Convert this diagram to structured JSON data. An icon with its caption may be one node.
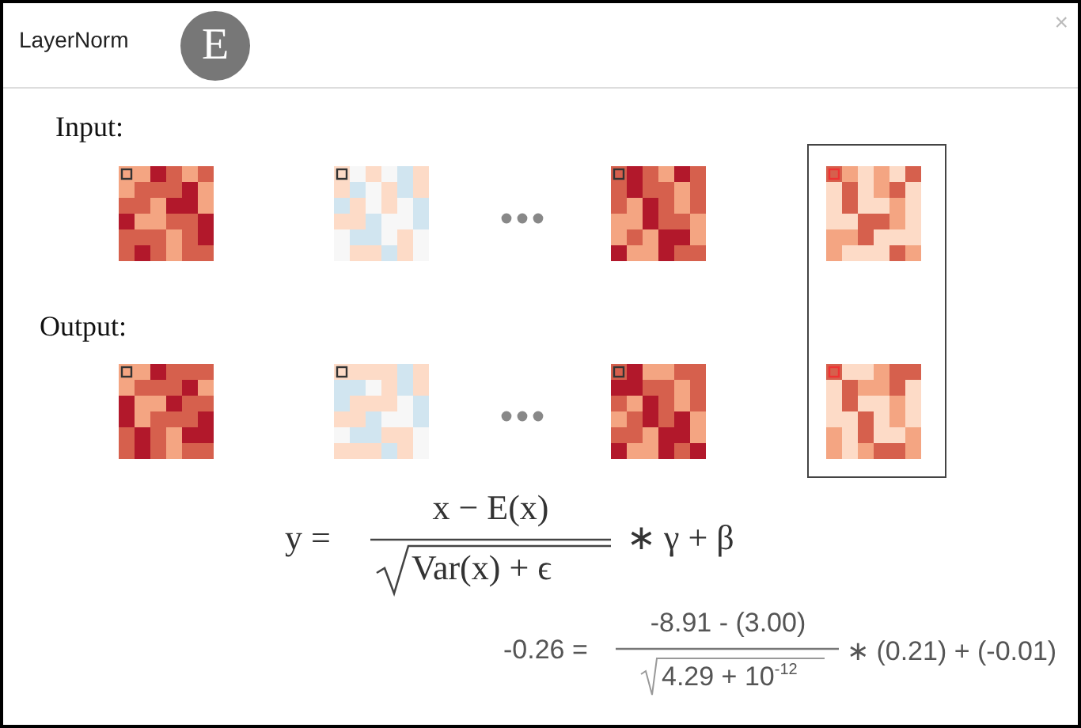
{
  "diagram": {
    "title": "LayerNorm",
    "labels": [
      "E",
      "×",
      "Input:",
      "Output:",
      "y =",
      "x − E(x)",
      "Var(x) + ϵ",
      "∗ γ + β",
      "-0.26 =",
      "-8.91 - (3.00)",
      "4.29 + 10$^{-12}$",
      "∗ (0.21) + (-0.01)"
    ]
  }
}
